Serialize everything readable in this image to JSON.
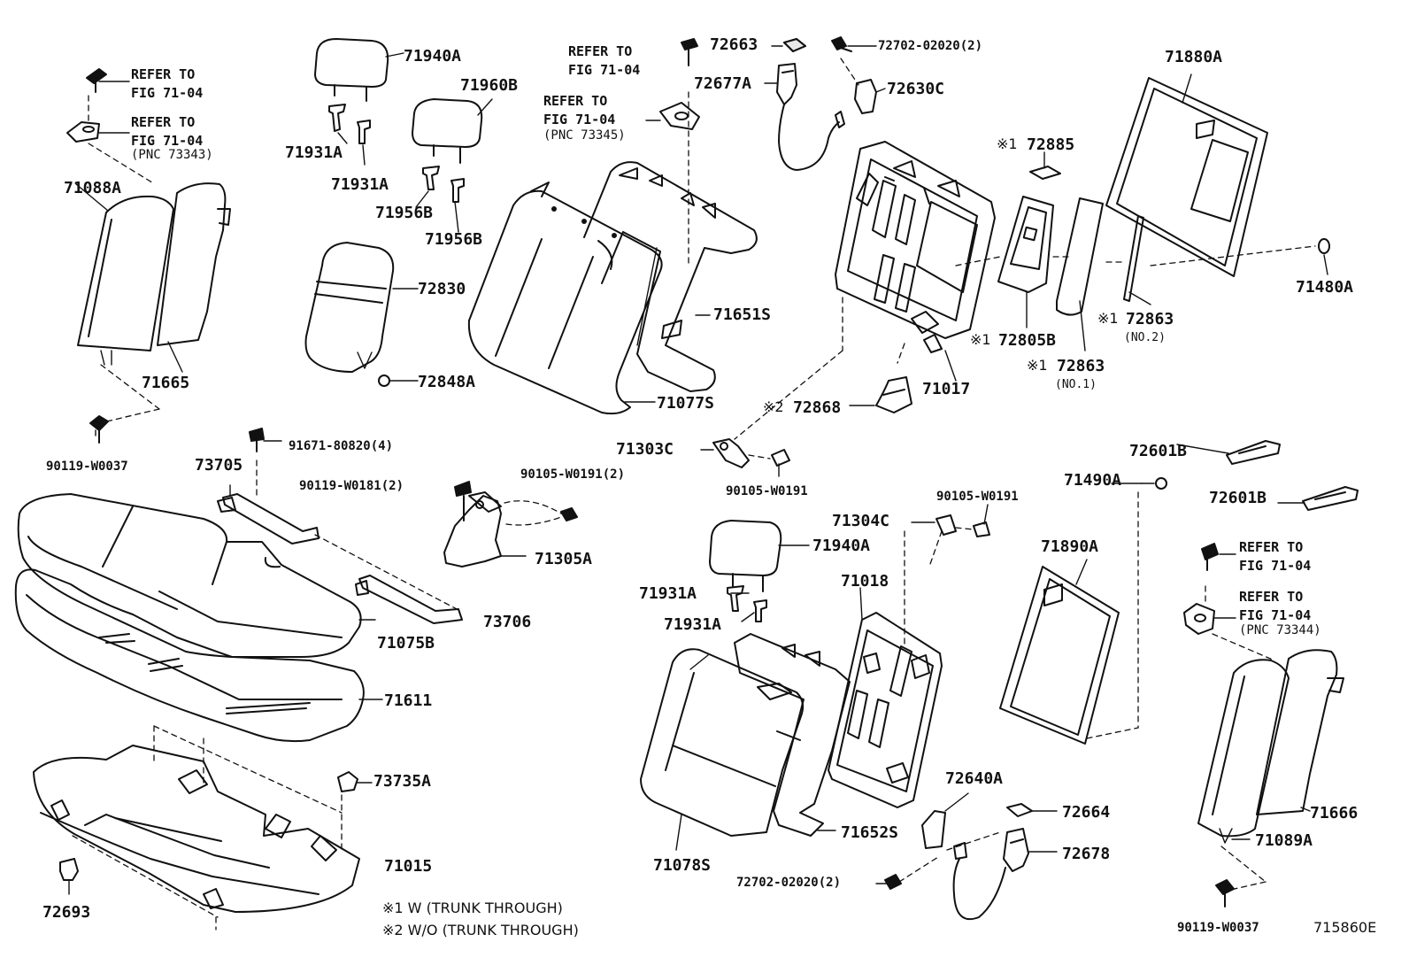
{
  "diagram_id": "715860E",
  "refer_to": "REFER TO",
  "fig": "FIG 71-04",
  "pnc_73343": "(PNC 73343)",
  "pnc_73345": "(PNC 73345)",
  "pnc_73344": "(PNC 73344)",
  "mark1": "※1",
  "mark2": "※2",
  "legend": {
    "m1": "※1  W (TRUNK THROUGH)",
    "m2": "※2  W/O (TRUNK THROUGH)"
  },
  "labels": {
    "p71940A_top": "71940A",
    "p71960B": "71960B",
    "p71931A_1": "71931A",
    "p71931A_2": "71931A",
    "p71956B_1": "71956B",
    "p71956B_2": "71956B",
    "p71088A": "71088A",
    "p71665": "71665",
    "p72830": "72830",
    "p72848A": "72848A",
    "p71651S": "71651S",
    "p71077S": "71077S",
    "p72663": "72663",
    "p72702_top": "72702-02020(2)",
    "p72677A": "72677A",
    "p72630C": "72630C",
    "p71880A": "71880A",
    "p72885": "72885",
    "p72805B": "72805B",
    "p71017": "71017",
    "p72868": "72868",
    "p72863_2": "72863",
    "no2": "(NO.2)",
    "p72863_1": "72863",
    "no1": "(NO.1)",
    "p71480A": "71480A",
    "p90119_W0037_l": "90119-W0037",
    "p91671": "91671-80820(4)",
    "p73705": "73705",
    "p90119_W0181": "90119-W0181(2)",
    "p90105_W0191_2": "90105-W0191(2)",
    "p71305A": "71305A",
    "p73706": "73706",
    "p71075B": "71075B",
    "p71611": "71611",
    "p73735A": "73735A",
    "p71015": "71015",
    "p72693": "72693",
    "p71303C": "71303C",
    "p90105_W0191_a": "90105-W0191",
    "p71304C": "71304C",
    "p90105_W0191_b": "90105-W0191",
    "p71940A_bot": "71940A",
    "p71931A_3": "71931A",
    "p71931A_4": "71931A",
    "p71018": "71018",
    "p72640A": "72640A",
    "p72664": "72664",
    "p72678": "72678",
    "p71652S": "71652S",
    "p71078S": "71078S",
    "p72702_bot": "72702-02020(2)",
    "p72601B_1": "72601B",
    "p72601B_2": "72601B",
    "p71490A": "71490A",
    "p71890A": "71890A",
    "p71666": "71666",
    "p71089A": "71089A",
    "p90119_W0037_r": "90119-W0037"
  }
}
